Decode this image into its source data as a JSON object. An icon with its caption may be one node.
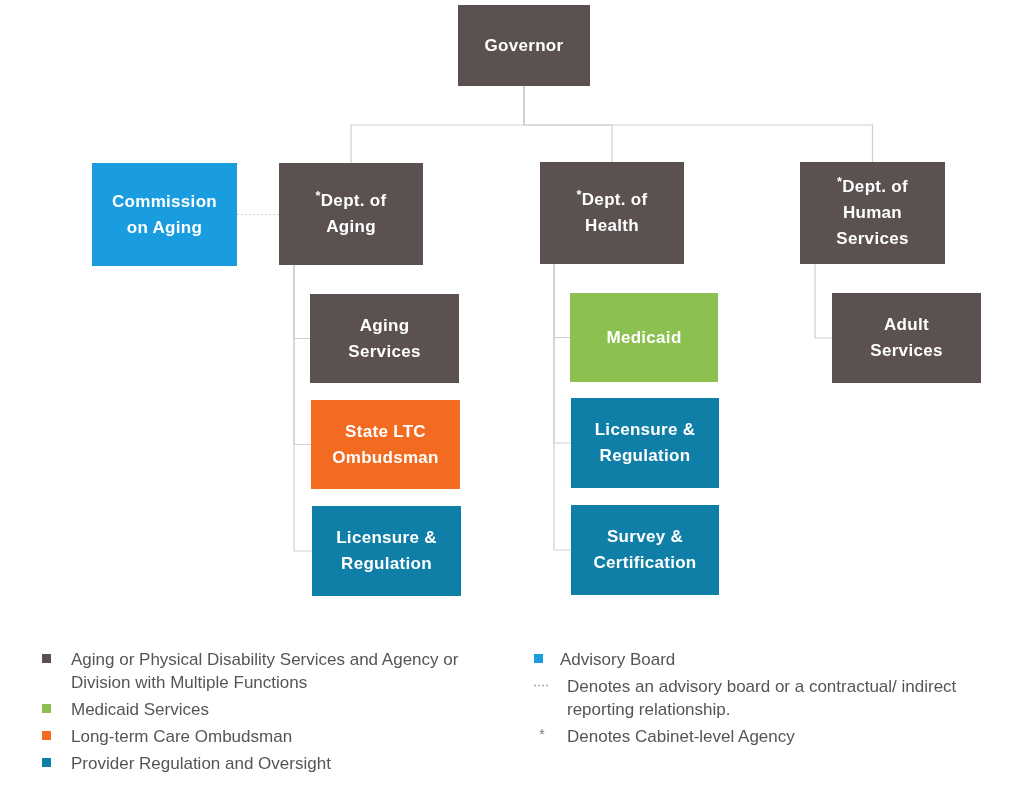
{
  "diagram": {
    "nodes": [
      {
        "text": [
          "Governor"
        ]
      },
      {
        "text": [
          "Commission on Aging"
        ]
      },
      {
        "text": [
          "$^{*}$Dept. of Aging"
        ]
      },
      {
        "text": [
          "$^{*}$Dept. of Health"
        ]
      },
      {
        "text": [
          "$^{*}$Dept. of Human Services"
        ]
      },
      {
        "text": [
          "Aging Services"
        ]
      },
      {
        "text": [
          "State LTC Ombudsman"
        ]
      },
      {
        "text": [
          "Licensure & Regulation"
        ]
      },
      {
        "text": [
          "Medicaid"
        ]
      },
      {
        "text": [
          "Licensure & Regulation"
        ]
      },
      {
        "text": [
          "Survey & Certification"
        ]
      },
      {
        "text": [
          "Adult Services"
        ]
      }
    ],
    "edges": [
      {
        "from": 0,
        "to": 2,
        "arrow": "none"
      },
      {
        "from": 0,
        "to": 3,
        "arrow": "none"
      },
      {
        "from": 0,
        "to": 4,
        "arrow": "none"
      },
      {
        "from": 1,
        "to": 2,
        "arrow": "none",
        "style": "dashed"
      },
      {
        "from": 2,
        "to": 5,
        "arrow": "none"
      },
      {
        "from": 2,
        "to": 6,
        "arrow": "none"
      },
      {
        "from": 2,
        "to": 7,
        "arrow": "none"
      },
      {
        "from": 3,
        "to": 8,
        "arrow": "none"
      },
      {
        "from": 3,
        "to": 9,
        "arrow": "none"
      },
      {
        "from": 3,
        "to": 10,
        "arrow": "none"
      },
      {
        "from": 4,
        "to": 11,
        "arrow": "none"
      }
    ],
    "labels": [
      "*"
    ],
    "legend": [
      {
        "text": "Aging or Physical Disability Services and Agency or Division with Multiple Functions",
        "color": "#5a5150"
      },
      {
        "text": "Medicaid Services",
        "color": "#8cc152"
      },
      {
        "text": "Long-term Care Ombudsman",
        "color": "#f26b21"
      },
      {
        "text": "Provider Regulation and Oversight",
        "color": "#0f7fa8"
      },
      {
        "text": "Advisory Board",
        "color": "#1a9de0"
      },
      {
        "text": "Denotes an advisory board or a contractual/ indirect reporting relationship."
      },
      {
        "text": "Denotes Cabinet-level Agency"
      }
    ]
  }
}
